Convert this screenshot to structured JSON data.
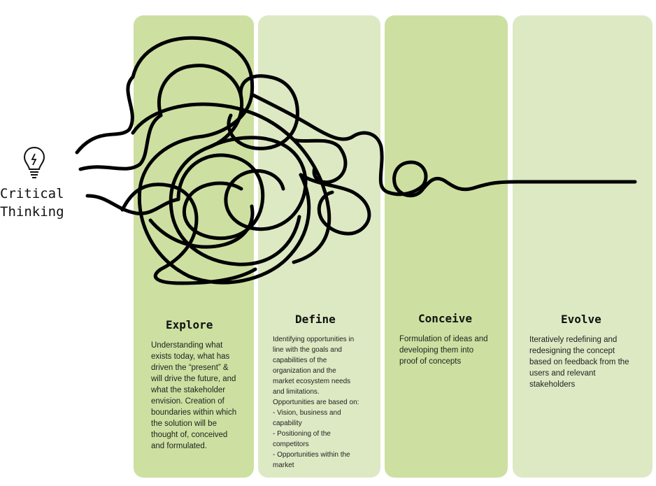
{
  "left_label": {
    "icon": "lightbulb-icon",
    "lines": [
      "Critical",
      "Thinking"
    ]
  },
  "columns": [
    {
      "title": "Explore",
      "lines": [
        "Understanding what",
        "exists today, what has",
        "driven the “present” &",
        "will drive the future, and",
        "what the stakeholder",
        "envision. Creation of",
        "boundaries within which",
        "the solution will be",
        "thought of, conceived",
        "and formulated."
      ]
    },
    {
      "title": "Define",
      "lines": [
        "Identifying opportunities in",
        "line with the goals and",
        "capabilities of the",
        "organization and the",
        "market ecosystem needs",
        "and limitations.",
        "Opportunities are based on:",
        "- Vision, business and",
        "capability",
        "- Positioning of the",
        "competitors",
        "- Opportunities within the",
        "market"
      ]
    },
    {
      "title": "Conceive",
      "lines": [
        "Formulation of ideas and",
        "developing them into",
        "proof of concepts"
      ]
    },
    {
      "title": "Evolve",
      "lines": [
        "Iteratively redefining and",
        "redesigning the concept",
        "based on feedback from the",
        "users and relevant",
        "stakeholders"
      ]
    }
  ],
  "colors": {
    "column_dark": "#cde0a1",
    "column_light": "#dde9c3",
    "line": "#000000"
  }
}
